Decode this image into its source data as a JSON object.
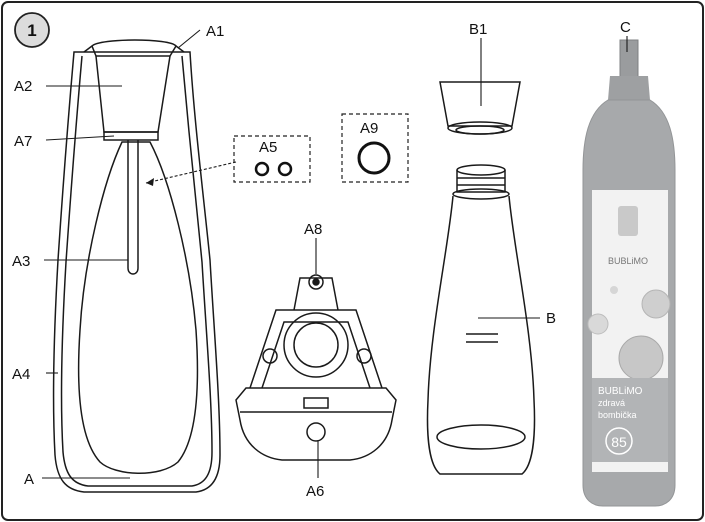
{
  "figure_number": "1",
  "labels": {
    "A1": "A1",
    "A2": "A2",
    "A7": "A7",
    "A5": "A5",
    "A9": "A9",
    "A3": "A3",
    "A4": "A4",
    "A": "A",
    "A8": "A8",
    "A6": "A6",
    "B1": "B1",
    "B": "B",
    "C": "C"
  },
  "cylinder": {
    "brand": "BUBLiMO",
    "line1": "BUBLiMO",
    "line2": "zdravá",
    "line3": "bombička",
    "number": "85"
  },
  "colors": {
    "frame": "#222222",
    "line": "#1a1a1a",
    "cylinder_body": "#a7a9ab",
    "cylinder_label": "#f2f2f2",
    "badge_fill": "#dcdcdc"
  },
  "icons": [
    "number-badge",
    "bottle-holder",
    "nozzle-seals",
    "gasket-ring",
    "bottle-cap",
    "plastic-bottle",
    "co2-cylinder"
  ]
}
